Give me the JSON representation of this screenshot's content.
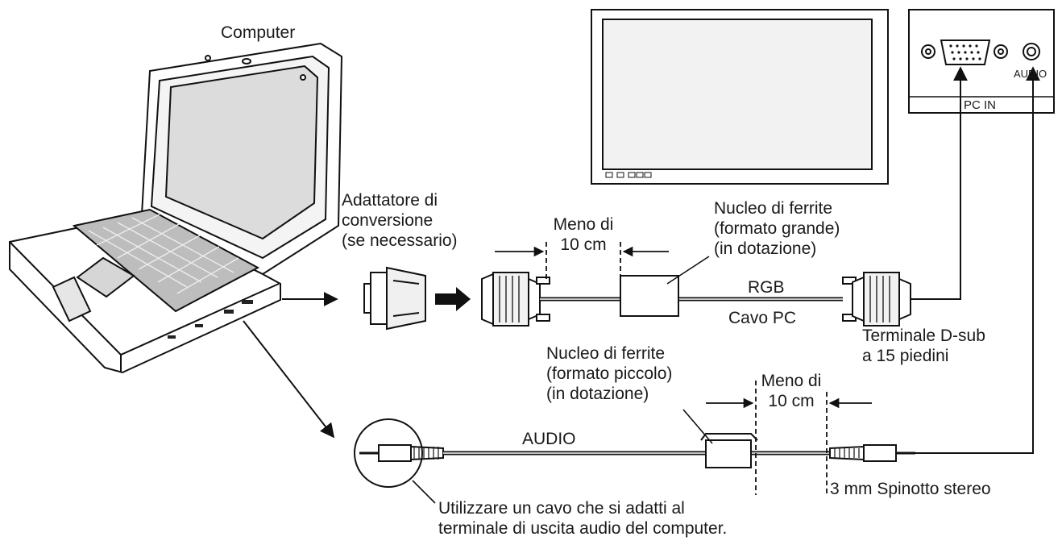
{
  "labels": {
    "computer": "Computer",
    "adapter": "Adattatore di\nconversione\n(se necessario)",
    "within_top": "Meno di\n10 cm",
    "ferrite_large": "Nucleo di ferrite\n(formato grande)\n(in dotazione)",
    "rgb": "RGB",
    "pc_cable": "Cavo PC",
    "dsub": "Terminale D-sub\na 15 piedini",
    "ferrite_small": "Nucleo di ferrite\n(formato piccolo)\n(in dotazione)",
    "within_bottom": "Meno di\n10 cm",
    "audio_cable": "AUDIO",
    "stereo_plug": "3 mm Spinotto stereo",
    "audio_note": "Utilizzare un cavo che si adatti al\nterminale di uscita audio del computer.",
    "panel_audio": "AUDIO",
    "panel_pc_in": "PC IN"
  }
}
